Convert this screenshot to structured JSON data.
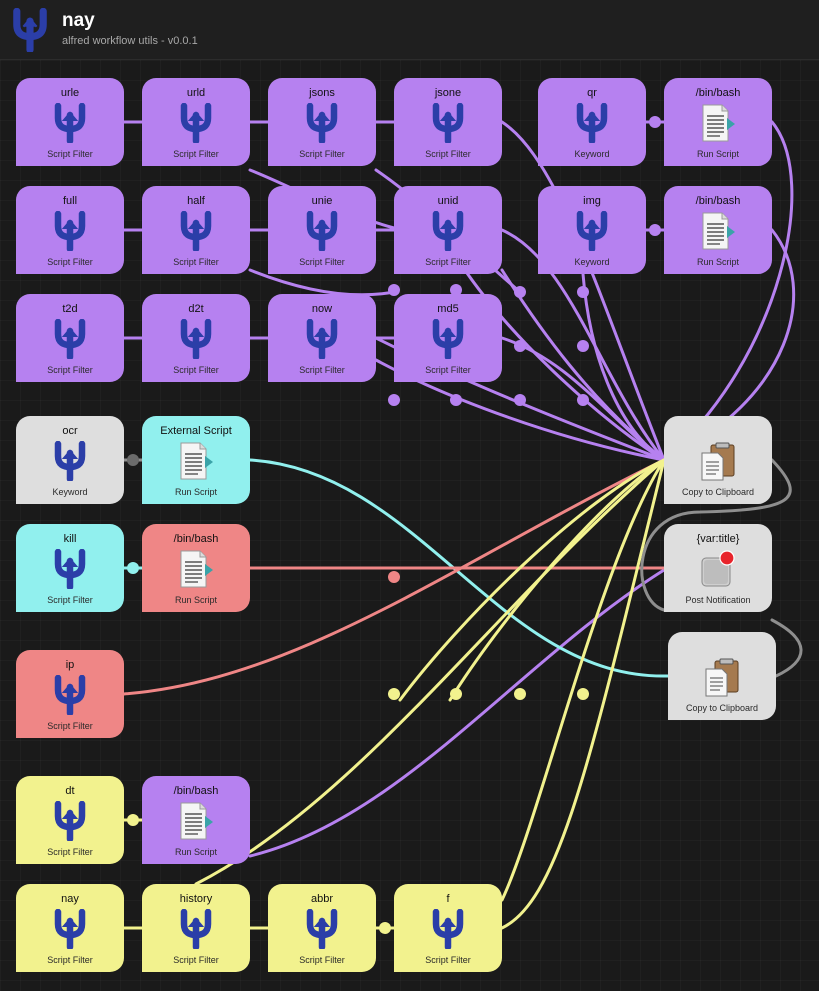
{
  "workflow": {
    "name": "nay",
    "subtitle": "alfred workflow utils - v0.0.1"
  },
  "colors": {
    "purple": "#b681f0",
    "gray": "#dedede",
    "cyan": "#91f0ee",
    "red": "#ef8686",
    "yellow": "#f2f28e",
    "icon": "#2b3ea8"
  },
  "nodes": [
    {
      "id": "urle",
      "title": "urle",
      "type": "Script Filter",
      "color": "purple",
      "icon": "alfred-fork-icon"
    },
    {
      "id": "urld",
      "title": "urld",
      "type": "Script Filter",
      "color": "purple",
      "icon": "alfred-fork-icon"
    },
    {
      "id": "jsons",
      "title": "jsons",
      "type": "Script Filter",
      "color": "purple",
      "icon": "alfred-fork-icon"
    },
    {
      "id": "jsone",
      "title": "jsone",
      "type": "Script Filter",
      "color": "purple",
      "icon": "alfred-fork-icon"
    },
    {
      "id": "qr",
      "title": "qr",
      "type": "Keyword",
      "color": "purple",
      "icon": "alfred-fork-icon"
    },
    {
      "id": "bash1",
      "title": "/bin/bash",
      "type": "Run Script",
      "color": "purple",
      "icon": "script-document-icon"
    },
    {
      "id": "full",
      "title": "full",
      "type": "Script Filter",
      "color": "purple",
      "icon": "alfred-fork-icon"
    },
    {
      "id": "half",
      "title": "half",
      "type": "Script Filter",
      "color": "purple",
      "icon": "alfred-fork-icon"
    },
    {
      "id": "unie",
      "title": "unie",
      "type": "Script Filter",
      "color": "purple",
      "icon": "alfred-fork-icon"
    },
    {
      "id": "unid",
      "title": "unid",
      "type": "Script Filter",
      "color": "purple",
      "icon": "alfred-fork-icon"
    },
    {
      "id": "img",
      "title": "img",
      "type": "Keyword",
      "color": "purple",
      "icon": "alfred-fork-icon"
    },
    {
      "id": "bash2",
      "title": "/bin/bash",
      "type": "Run Script",
      "color": "purple",
      "icon": "script-document-icon"
    },
    {
      "id": "t2d",
      "title": "t2d",
      "type": "Script Filter",
      "color": "purple",
      "icon": "alfred-fork-icon"
    },
    {
      "id": "d2t",
      "title": "d2t",
      "type": "Script Filter",
      "color": "purple",
      "icon": "alfred-fork-icon"
    },
    {
      "id": "now",
      "title": "now",
      "type": "Script Filter",
      "color": "purple",
      "icon": "alfred-fork-icon"
    },
    {
      "id": "md5",
      "title": "md5",
      "type": "Script Filter",
      "color": "purple",
      "icon": "alfred-fork-icon"
    },
    {
      "id": "ocr",
      "title": "ocr",
      "type": "Keyword",
      "color": "gray",
      "icon": "alfred-fork-icon"
    },
    {
      "id": "extscript",
      "title": "External Script",
      "type": "Run Script",
      "color": "cyan",
      "icon": "script-document-icon"
    },
    {
      "id": "kill",
      "title": "kill",
      "type": "Script Filter",
      "color": "cyan",
      "icon": "alfred-fork-icon"
    },
    {
      "id": "bash3",
      "title": "/bin/bash",
      "type": "Run Script",
      "color": "red",
      "icon": "script-document-icon"
    },
    {
      "id": "ip",
      "title": "ip",
      "type": "Script Filter",
      "color": "red",
      "icon": "alfred-fork-icon"
    },
    {
      "id": "dt",
      "title": "dt",
      "type": "Script Filter",
      "color": "yellow",
      "icon": "alfred-fork-icon"
    },
    {
      "id": "bash4",
      "title": "/bin/bash",
      "type": "Run Script",
      "color": "purple",
      "icon": "script-document-icon"
    },
    {
      "id": "nay",
      "title": "nay",
      "type": "Script Filter",
      "color": "yellow",
      "icon": "alfred-fork-icon"
    },
    {
      "id": "history",
      "title": "history",
      "type": "Script Filter",
      "color": "yellow",
      "icon": "alfred-fork-icon"
    },
    {
      "id": "abbr",
      "title": "abbr",
      "type": "Script Filter",
      "color": "yellow",
      "icon": "alfred-fork-icon"
    },
    {
      "id": "f",
      "title": "f",
      "type": "Script Filter",
      "color": "yellow",
      "icon": "alfred-fork-icon"
    },
    {
      "id": "clip1",
      "title": "",
      "type": "Copy to Clipboard",
      "color": "gray",
      "icon": "clipboard-icon"
    },
    {
      "id": "notify",
      "title": "{var:title}",
      "type": "Post Notification",
      "color": "gray",
      "icon": "notification-icon"
    },
    {
      "id": "clip2",
      "title": "",
      "type": "Copy to Clipboard",
      "color": "gray",
      "icon": "clipboard-icon"
    }
  ]
}
